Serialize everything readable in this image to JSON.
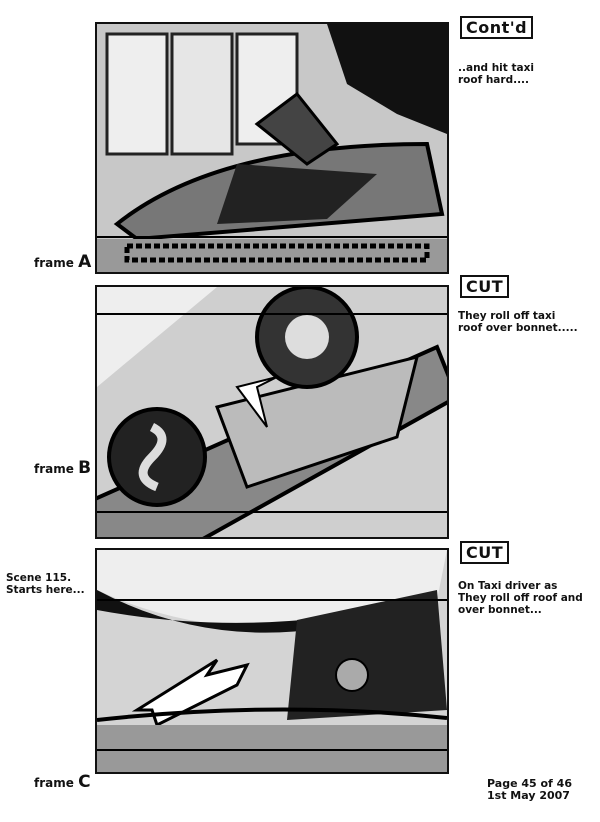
{
  "frames": [
    {
      "id": "A",
      "prefix": "frame",
      "letter": "A",
      "transition": "Cont'd",
      "note": "..and hit taxi roof hard...."
    },
    {
      "id": "B",
      "prefix": "frame",
      "letter": "B",
      "transition": "CUT",
      "note": "They roll off taxi roof over bonnet....."
    },
    {
      "id": "C",
      "prefix": "frame",
      "letter": "C",
      "transition": "CUT",
      "note": "On Taxi driver as They roll off roof and over bonnet..."
    }
  ],
  "scene_note": {
    "line1": "Scene 115.",
    "line2": "Starts here..."
  },
  "footer": {
    "page": "Page 45 of 46",
    "date": "1st May 2007"
  }
}
